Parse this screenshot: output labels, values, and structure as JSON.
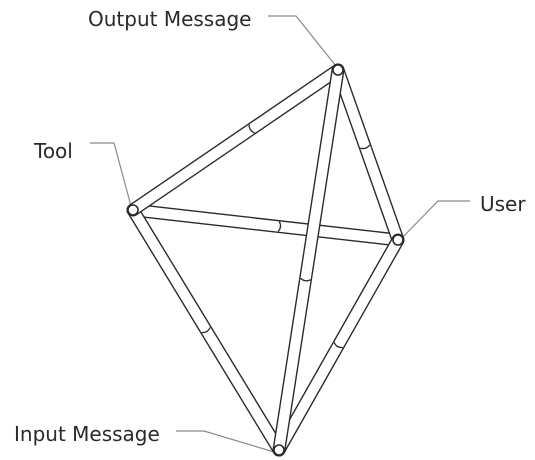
{
  "nodes": {
    "output_message": "Output Message",
    "tool": "Tool",
    "user": "User",
    "input_message": "Input Message"
  }
}
